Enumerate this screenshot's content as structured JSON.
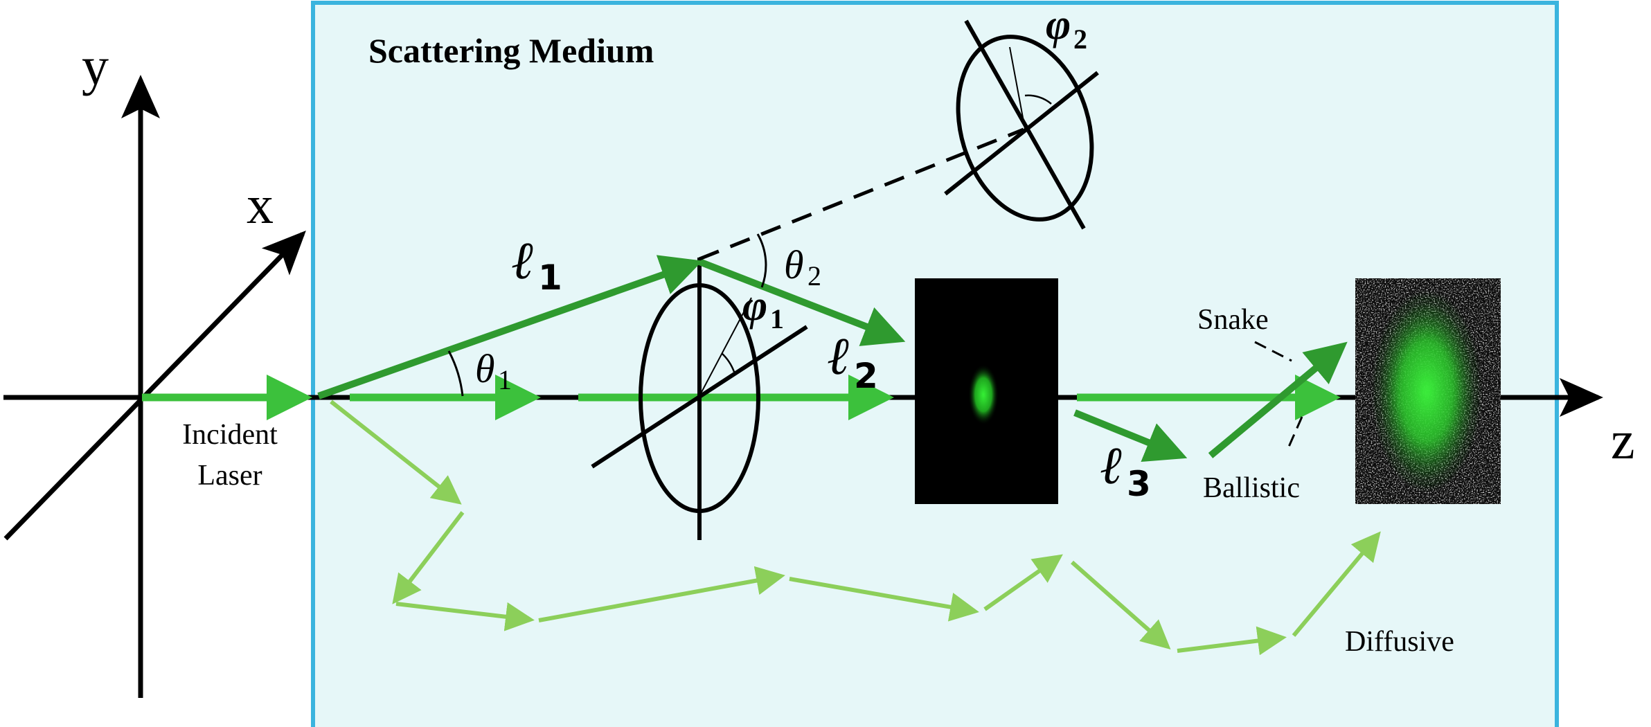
{
  "labels": {
    "medium_title": "Scattering Medium",
    "axis_y": "y",
    "axis_x": "x",
    "axis_z": "z",
    "incident_line1": "Incident",
    "incident_line2": "Laser",
    "l1": "ℓ",
    "l1_sub": "1",
    "l2": "ℓ",
    "l2_sub": "2",
    "l3": "ℓ",
    "l3_sub": "3",
    "theta1": "θ",
    "theta1_sub": "1",
    "theta2": "θ",
    "theta2_sub": "2",
    "phi1": "φ",
    "phi1_sub": "1",
    "phi2": "φ",
    "phi2_sub": "2",
    "snake": "Snake",
    "ballistic": "Ballistic",
    "diffusive": "Diffusive"
  },
  "colors": {
    "medium_fill": "#e6f7f8",
    "medium_border": "#3bb4de",
    "bright_green": "#3cc13c",
    "dark_green": "#2f9a2f",
    "light_green": "#8ccf5a",
    "axis": "#000000"
  }
}
